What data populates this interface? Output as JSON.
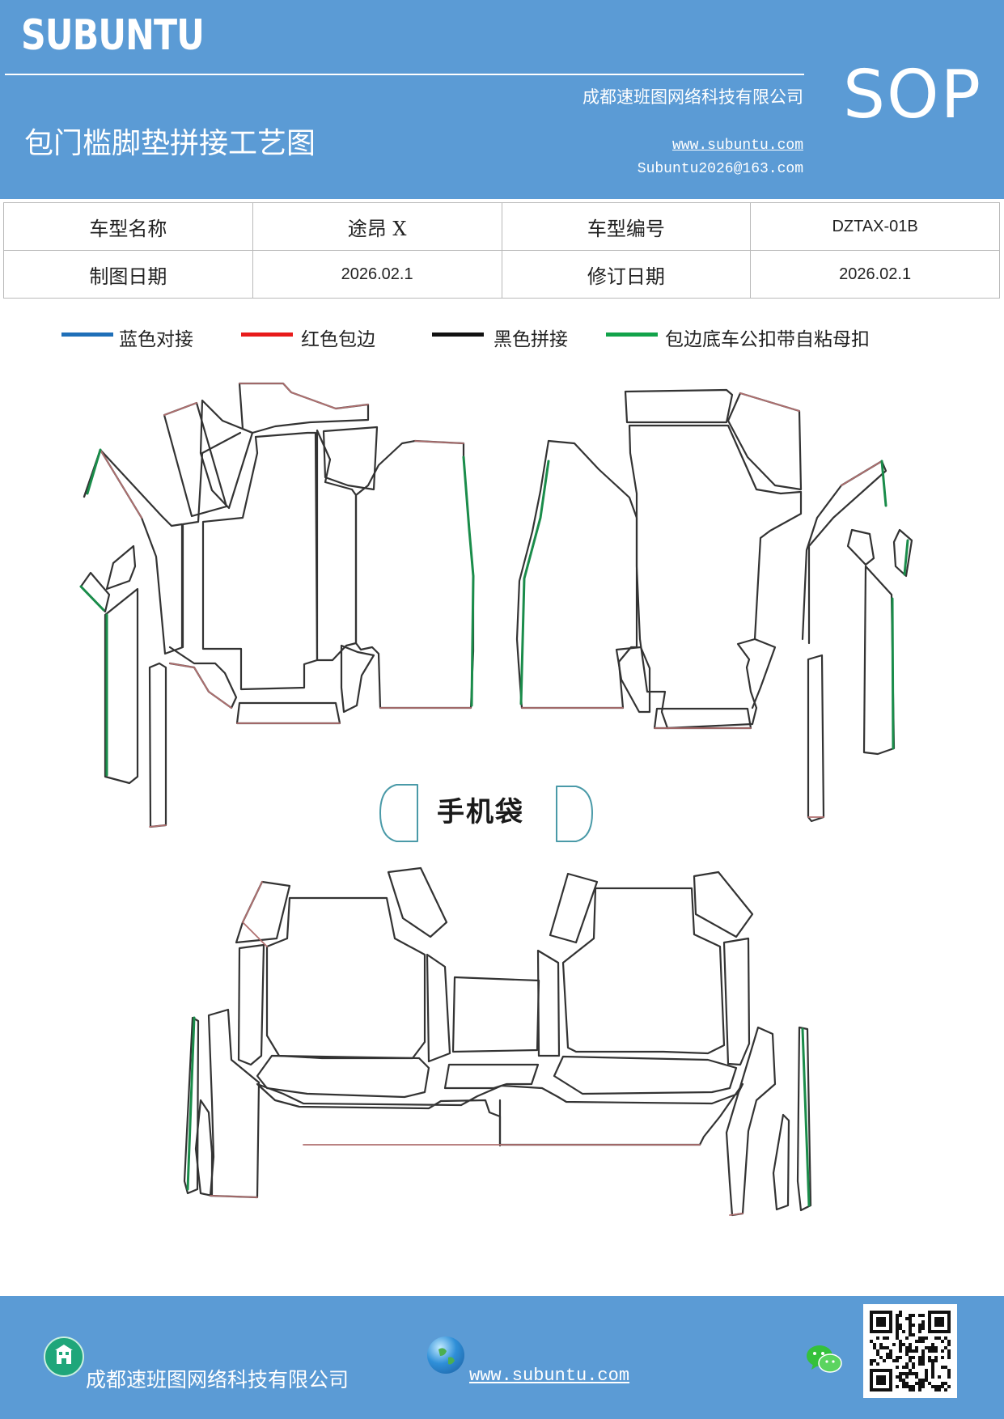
{
  "header": {
    "brand": "SUBUNTU",
    "company": "成都速班图网络科技有限公司",
    "title": "包门槛脚垫拼接工艺图",
    "website": "www.subuntu.com",
    "email": "Subuntu2026@163.com",
    "doc_type": "SOP",
    "background_color": "#5b9bd5"
  },
  "info_table": {
    "rows": [
      [
        "车型名称",
        "途昂 X",
        "车型编号",
        "DZTAX-01B"
      ],
      [
        "制图日期",
        "2026.02.1",
        "修订日期",
        "2026.02.1"
      ]
    ]
  },
  "legend": [
    {
      "label": "蓝色对接",
      "color": "#1f6fb8"
    },
    {
      "label": "红色包边",
      "color": "#e81b1b"
    },
    {
      "label": "黑色拼接",
      "color": "#111111"
    },
    {
      "label": "包边底车公扣带自粘母扣",
      "color": "#12a34a"
    }
  ],
  "drawing": {
    "phone_pocket_label": "手机袋",
    "colors": {
      "outline": "#333333",
      "edge": "#b07070",
      "green": "#1a8c4a",
      "blue": "#4a9aa8"
    }
  },
  "footer": {
    "company": "成都速班图网络科技有限公司",
    "website": "www.subuntu.com",
    "icons": [
      "building-icon",
      "globe-icon",
      "wechat-icon",
      "qr-code"
    ]
  }
}
